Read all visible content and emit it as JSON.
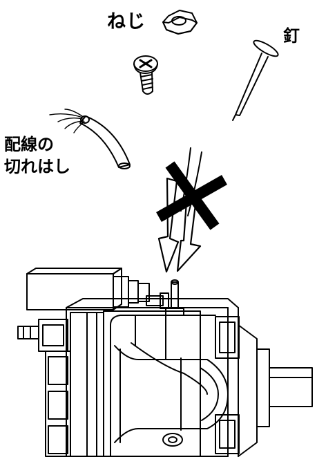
{
  "labels": {
    "screw": "ねじ",
    "nail": "釘",
    "wire_line1": "配線の",
    "wire_line2": "切れはし"
  },
  "colors": {
    "ink": "#000000",
    "background": "#ffffff"
  }
}
